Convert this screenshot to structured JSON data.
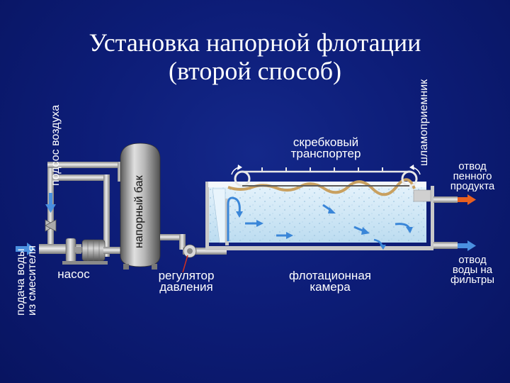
{
  "title": {
    "line1": "Установка напорной флотации",
    "line2": "(второй способ)"
  },
  "labels": {
    "air_intake": "подсос воздуха",
    "water_feed_line1": "подача воды",
    "water_feed_line2": "из смесителя",
    "pressure_tank": "напорный бак",
    "pump": "насос",
    "pressure_regulator_line1": "регулятор",
    "pressure_regulator_line2": "давления",
    "scraper_line1": "скребковый",
    "scraper_line2": "транспортер",
    "sludge_receiver": "шламоприемник",
    "foam_outlet_line1": "отвод",
    "foam_outlet_line2": "пенного",
    "foam_outlet_line3": "продукта",
    "flotation_line1": "флотационная",
    "flotation_line2": "камера",
    "water_outlet_line1": "отвод",
    "water_outlet_line2": "воды на",
    "water_outlet_line3": "фильтры"
  },
  "colors": {
    "background": "#0d1d78",
    "pipe": "#c8c8c8",
    "tank": "#9a9a9a",
    "water": "#cde6f5",
    "flow_arrow": "#3a86d8",
    "foam": "#c8a060",
    "outlet_arrow": "#e86020",
    "indicator_line": "#d03020"
  }
}
